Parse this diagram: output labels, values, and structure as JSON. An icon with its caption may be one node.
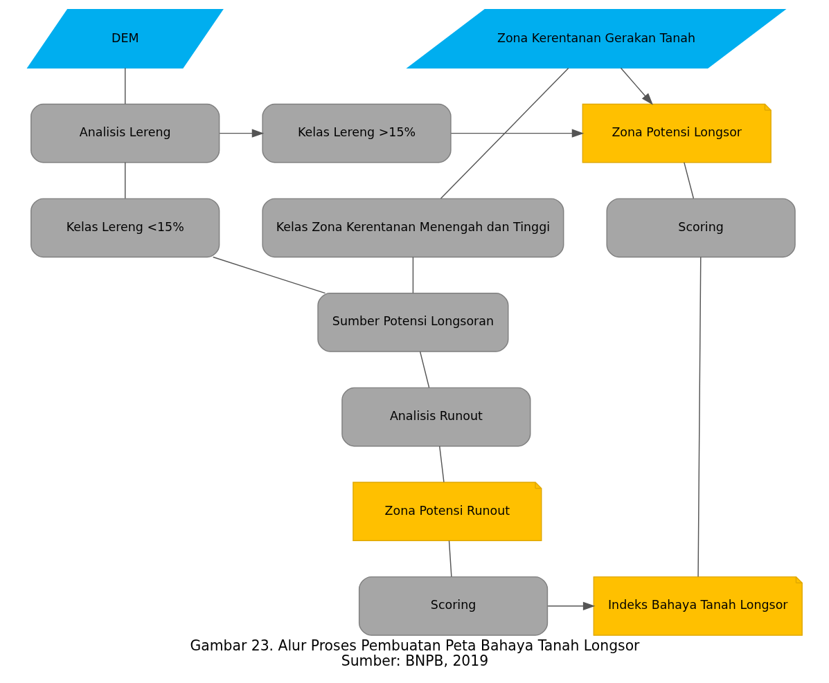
{
  "diagram": {
    "title": "Gambar 23. Alur Proses Pembuatan Peta Bahaya Tanah Longsor",
    "caption": "Sumber: BNPB, 2019",
    "nodes": [
      {
        "text": [
          "DEM"
        ]
      },
      {
        "text": [
          "Zona Kerentanan Gerakan Tanah"
        ]
      },
      {
        "text": [
          "Analisis Lereng"
        ]
      },
      {
        "text": [
          "Kelas Lereng >15%"
        ]
      },
      {
        "text": [
          "Zona Potensi Longsor"
        ]
      },
      {
        "text": [
          "Kelas Lereng <15%"
        ]
      },
      {
        "text": [
          "Kelas Zona Kerentanan Menengah dan Tinggi"
        ]
      },
      {
        "text": [
          "Scoring"
        ]
      },
      {
        "text": [
          "Sumber Potensi Longsoran"
        ]
      },
      {
        "text": [
          "Analisis Runout"
        ]
      },
      {
        "text": [
          "Zona Potensi Runout"
        ]
      },
      {
        "text": [
          "Scoring"
        ]
      },
      {
        "text": [
          "Indeks Bahaya Tanah Longsor"
        ]
      }
    ],
    "edges": [
      {
        "from": 0,
        "to": 2,
        "arrow": "none"
      },
      {
        "from": 2,
        "to": 3,
        "arrow": "to"
      },
      {
        "from": 2,
        "to": 5,
        "arrow": "none"
      },
      {
        "from": 1,
        "to": 4,
        "arrow": "to"
      },
      {
        "from": 3,
        "to": 4,
        "arrow": "to"
      },
      {
        "from": 1,
        "to": 6,
        "arrow": "none"
      },
      {
        "from": 5,
        "to": 8,
        "arrow": "none"
      },
      {
        "from": 6,
        "to": 8,
        "arrow": "none"
      },
      {
        "from": 4,
        "to": 7,
        "arrow": "none"
      },
      {
        "from": 7,
        "to": 12,
        "arrow": "none"
      },
      {
        "from": 8,
        "to": 9,
        "arrow": "none"
      },
      {
        "from": 9,
        "to": 10,
        "arrow": "none"
      },
      {
        "from": 10,
        "to": 11,
        "arrow": "none"
      },
      {
        "from": 11,
        "to": 12,
        "arrow": "to"
      }
    ]
  }
}
